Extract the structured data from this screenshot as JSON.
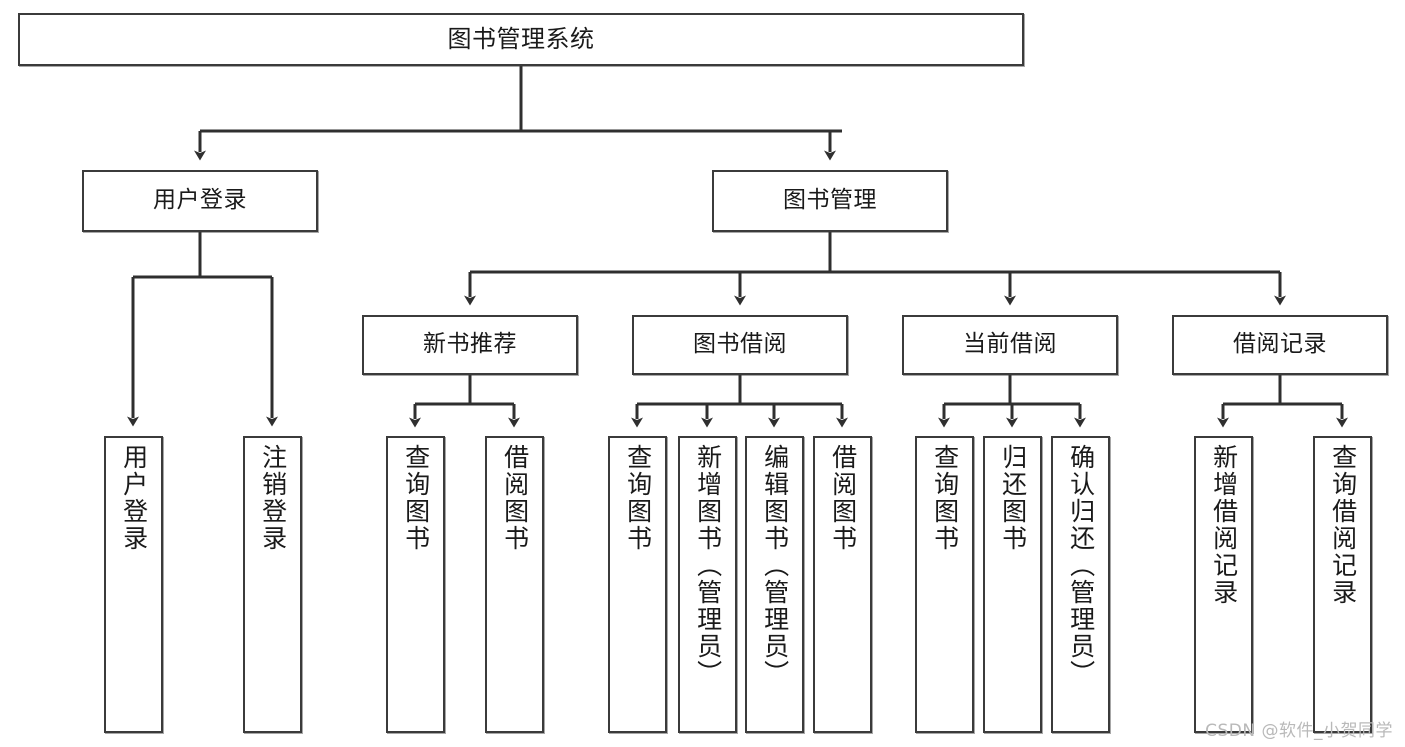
{
  "diagram": {
    "type": "tree",
    "title": "图书管理系统",
    "watermark": "CSDN @软件_小贺同学",
    "colors": {
      "box_border": "#3b3b3b",
      "box_fill": "#ffffff",
      "edge": "#2f2f2f",
      "text": "#1a1a1a",
      "watermark": "#b9b9b9",
      "background": "#ffffff"
    },
    "root": {
      "id": "root",
      "label": "图书管理系统"
    },
    "level2": [
      {
        "id": "user-login",
        "label": "用户登录"
      },
      {
        "id": "book-manage",
        "label": "图书管理"
      }
    ],
    "level3": [
      {
        "id": "new-book-recommend",
        "label": "新书推荐",
        "parent": "book-manage"
      },
      {
        "id": "book-borrow",
        "label": "图书借阅",
        "parent": "book-manage"
      },
      {
        "id": "current-borrow",
        "label": "当前借阅",
        "parent": "book-manage"
      },
      {
        "id": "borrow-record",
        "label": "借阅记录",
        "parent": "book-manage"
      }
    ],
    "leaves": {
      "user-login": [
        {
          "id": "leaf-user-login",
          "label": "用户登录"
        },
        {
          "id": "leaf-logout",
          "label": "注销登录"
        }
      ],
      "new-book-recommend": [
        {
          "id": "leaf-query-book-1",
          "label": "查询图书"
        },
        {
          "id": "leaf-borrow-book-1",
          "label": "借阅图书"
        }
      ],
      "book-borrow": [
        {
          "id": "leaf-query-book-2",
          "label": "查询图书"
        },
        {
          "id": "leaf-add-book",
          "label": "新增图书（管理员）"
        },
        {
          "id": "leaf-edit-book",
          "label": "编辑图书（管理员）"
        },
        {
          "id": "leaf-borrow-book-2",
          "label": "借阅图书"
        }
      ],
      "current-borrow": [
        {
          "id": "leaf-query-book-3",
          "label": "查询图书"
        },
        {
          "id": "leaf-return-book",
          "label": "归还图书"
        },
        {
          "id": "leaf-confirm-return",
          "label": "确认归还（管理员）"
        }
      ],
      "borrow-record": [
        {
          "id": "leaf-add-record",
          "label": "新增借阅记录"
        },
        {
          "id": "leaf-query-record",
          "label": "查询借阅记录"
        }
      ]
    }
  }
}
